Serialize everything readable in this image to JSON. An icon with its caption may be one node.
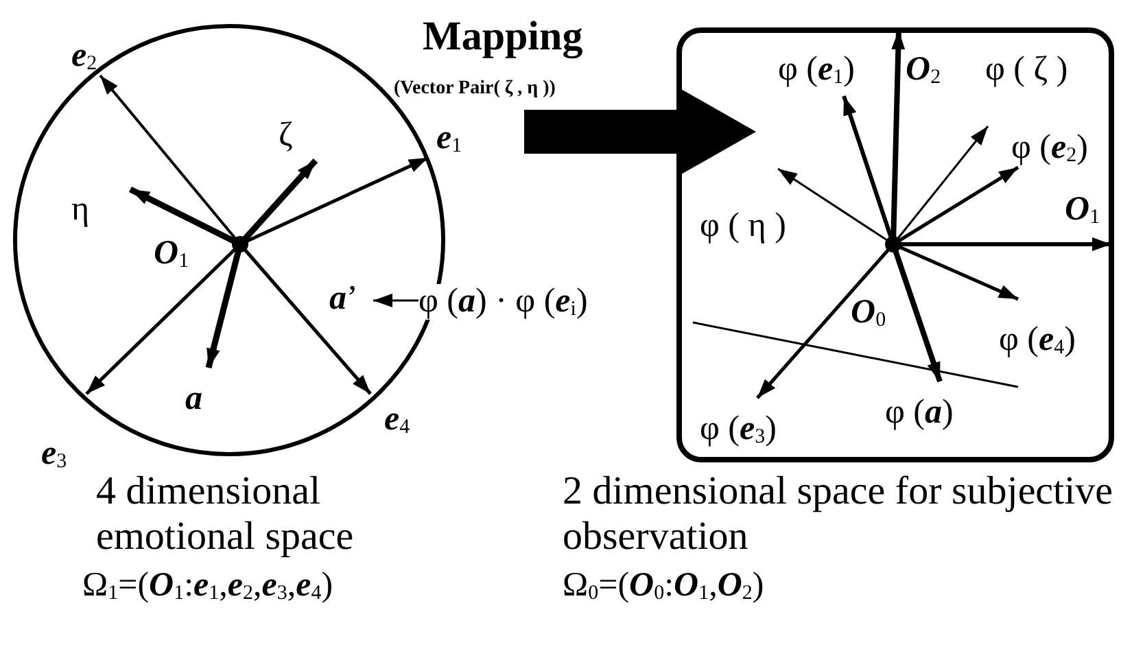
{
  "diagram": {
    "nodes": [
      {
        "text": [],
        "shape": "circle",
        "beside": [
          "4 dimensional emotional space",
          "Ω$_{1}$=(**O**$_{1}$:**e**$_{1}$,**e**$_{2}$,**e**$_{3}$,**e**$_{4}$)"
        ]
      },
      {
        "text": [],
        "shape": "box",
        "beside": [
          "2 dimensional space for subjective observation",
          "Ω$_{0}$=(**O**$_{0}$:**O**$_{1}$,**O**$_{2}$)"
        ]
      },
      {
        "text": [
          "φ (**a**) · φ (**e**$_{i}$)"
        ]
      },
      {
        "text": [
          "**a**’"
        ],
        "in": 0
      }
    ],
    "edges": [
      {
        "from": null,
        "to": 1,
        "arrow": "to",
        "label": "Mapping",
        "style": "thick"
      },
      {
        "from": 2,
        "to": 3,
        "arrow": "to"
      }
    ],
    "labels": [
      "(Vector Pair( ζ , η ))",
      "**e**$_{2}$",
      "φ (**e**$_{1}$)",
      "**O**$_{2}$",
      "φ ( ζ )",
      "ζ",
      "**e**$_{1}$",
      "φ (**e**$_{2}$)",
      "η",
      "φ ( η )",
      "**O**$_{1}$",
      "**O**$_{1}$",
      "**O**$_{0}$",
      "φ (**e**$_{4}$)",
      "**a**",
      "**e**$_{4}$",
      "φ (**e**$_{3}$)",
      "φ (**a**)",
      "**e**$_{3}$"
    ]
  }
}
